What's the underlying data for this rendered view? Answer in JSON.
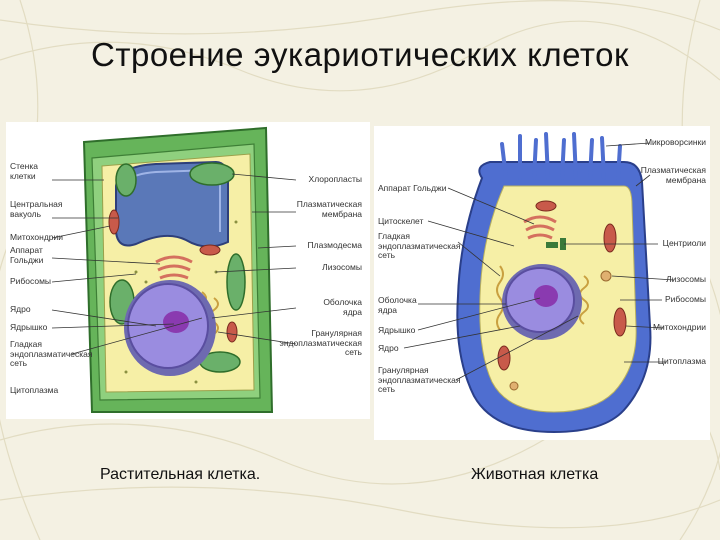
{
  "title": "Строение эукариотических  клеток",
  "plant_caption": "Растительная клетка.",
  "animal_caption": "Животная клетка",
  "plant_labels_left": [
    "Стенка\nклетки",
    "Центральная\nвакуоль",
    "Митохондрии",
    "Аппарат\nГольджи",
    "Рибосомы",
    "Ядро",
    "Ядрышко",
    "Гладкая\nэндоплазматическая\nсеть",
    "Цитоплазма"
  ],
  "plant_labels_right": [
    "Хлоропласты",
    "Плазматическая\nмембрана",
    "Плазмодесма",
    "Лизосомы",
    "Оболочка\nядра",
    "Гранулярная\nэндоплазматическая\nсеть"
  ],
  "animal_labels_left": [
    "Аппарат Гольджи",
    "Цитоскелет",
    "Гладкая\nэндоплазматическая\nсеть",
    "Оболочка\nядра",
    "Ядрышко",
    "Ядро",
    "Гранулярная\nэндоплазматическая\nсеть"
  ],
  "animal_labels_right": [
    "Микроворсинки",
    "Плазматическая\nмембрана",
    "Центриоли",
    "Лизосомы",
    "Рибосомы",
    "Митохондрии",
    "Цитоплазма"
  ],
  "colors": {
    "cell_wall": "#66b45a",
    "cytoplasm": "#f6efa6",
    "vacuole": "#5a78b8",
    "nucleus": "#9a8ce0",
    "nucleolus": "#8a3ab0",
    "mitochondria": "#c85a4a",
    "chloroplast": "#6ab06a",
    "animal_membrane": "#4f6ed0"
  }
}
